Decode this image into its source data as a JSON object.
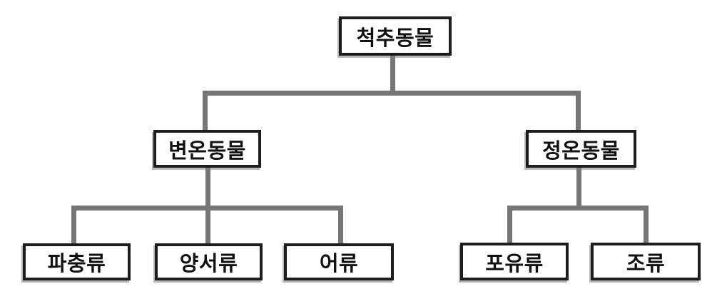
{
  "colors": {
    "connector": "#767676",
    "node_border": "#1d1d1d",
    "node_fill": "#ffffff",
    "text": "#111111"
  },
  "tree": {
    "root": {
      "label": "척추동물",
      "children": [
        {
          "label": "변온동물",
          "children": [
            {
              "label": "파충류"
            },
            {
              "label": "양서류"
            },
            {
              "label": "어류"
            }
          ]
        },
        {
          "label": "정온동물",
          "children": [
            {
              "label": "포유류"
            },
            {
              "label": "조류"
            }
          ]
        }
      ]
    }
  }
}
